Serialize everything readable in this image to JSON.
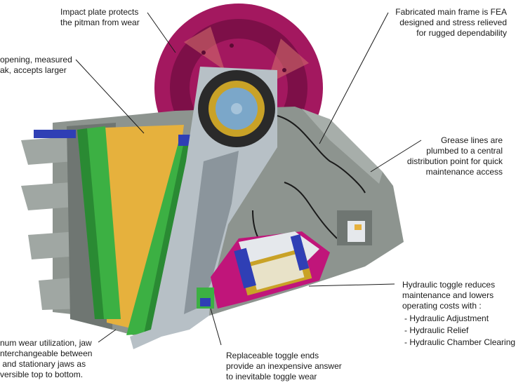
{
  "callouts": {
    "impact_plate": "Impact plate protects\nthe pitman from wear",
    "main_frame": "Fabricated main frame is FEA\ndesigned and stress relieved\nfor rugged dependability",
    "opening": "opening, measured\nak, accepts larger",
    "grease_lines": "Grease lines are\nplumbed to a central\ndistribution point for quick\nmaintenance access",
    "hydraulic_toggle": "Hydraulic toggle reduces\nmaintenance and lowers\noperating costs with :",
    "hydraulic_features": [
      "- Hydraulic Adjustment",
      "- Hydraulic Relief",
      "- Hydraulic Chamber Clearing"
    ],
    "wear_utilization": "num wear utilization, jaw\nnterchangeable between\n and stationary jaws as\nversible top to bottom.",
    "toggle_ends": "Replaceable toggle ends\nprovide an inexpensive answer\nto inevitable toggle wear"
  },
  "colors": {
    "frame": "#8d948f",
    "frame_dark": "#6f7672",
    "flywheel": "#a3185f",
    "flywheel_dark": "#7d0f48",
    "liner_yellow": "#e6b13d",
    "jaw_green": "#3cb043",
    "jaw_green_dark": "#2a8a33",
    "toggle_blue": "#2f3fb5",
    "toggle_pink": "#c0157a",
    "cylinder_gold": "#c9a227",
    "pitman": "#b7c0c6",
    "bearing": "#2a2a2a"
  }
}
